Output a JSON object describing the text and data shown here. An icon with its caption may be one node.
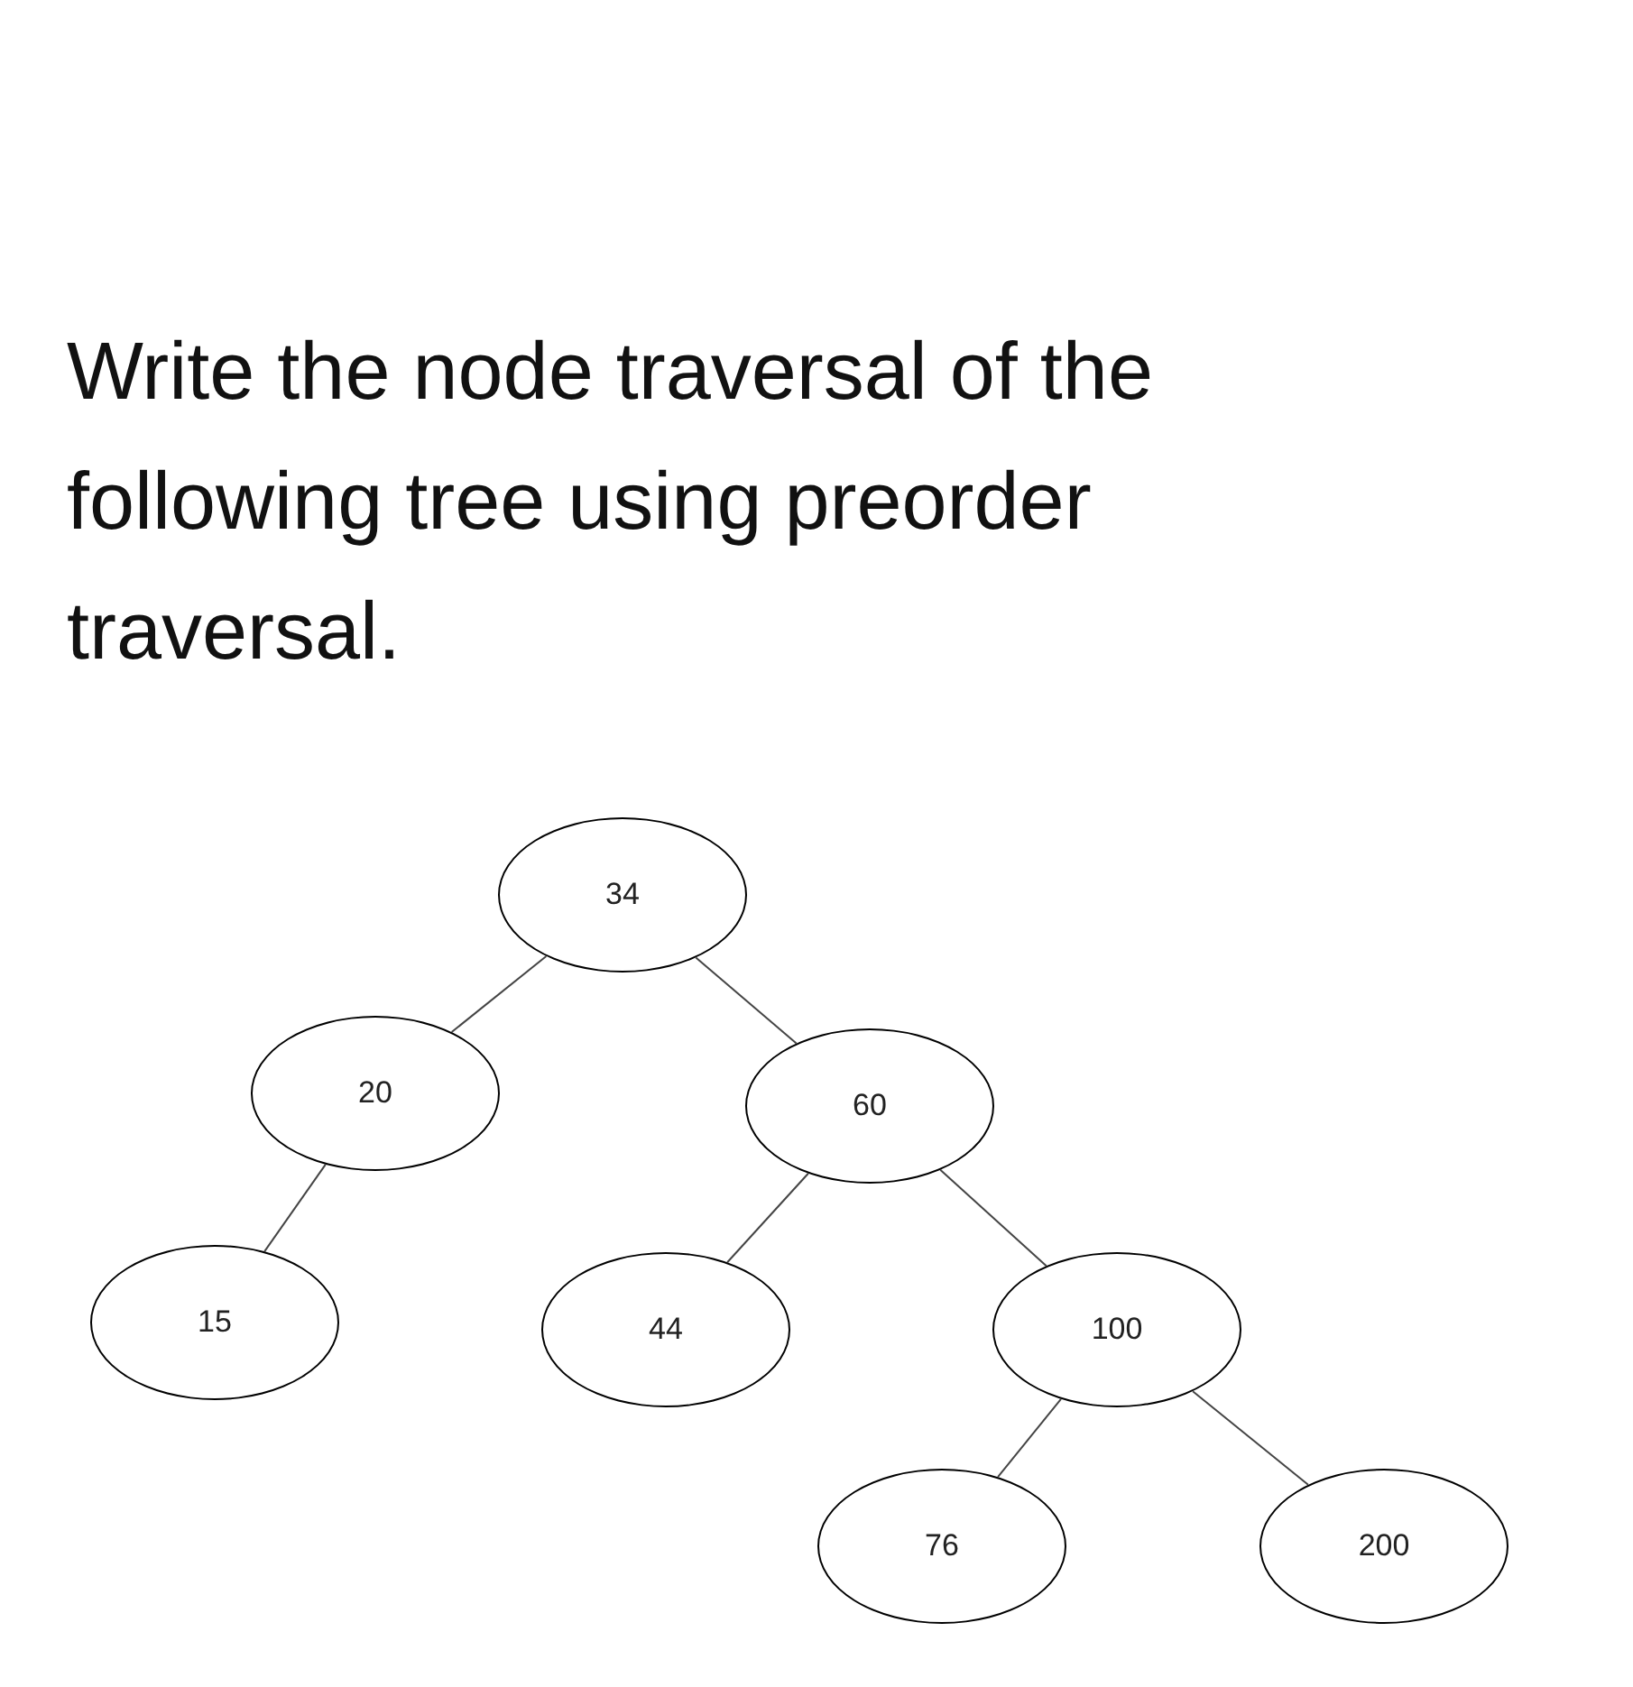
{
  "diagram": {
    "title": "Write the node traversal of the following tree using preorder traversal.",
    "nodes": [
      {
        "text": [
          "34"
        ]
      },
      {
        "text": [
          "20"
        ]
      },
      {
        "text": [
          "60"
        ]
      },
      {
        "text": [
          "15"
        ]
      },
      {
        "text": [
          "44"
        ]
      },
      {
        "text": [
          "100"
        ]
      },
      {
        "text": [
          "76"
        ]
      },
      {
        "text": [
          "200"
        ]
      }
    ],
    "edges": [
      {
        "from": 0,
        "to": 1,
        "arrow": "none"
      },
      {
        "from": 0,
        "to": 2,
        "arrow": "none"
      },
      {
        "from": 1,
        "to": 3,
        "arrow": "none"
      },
      {
        "from": 2,
        "to": 4,
        "arrow": "none"
      },
      {
        "from": 2,
        "to": 5,
        "arrow": "none"
      },
      {
        "from": 5,
        "to": 6,
        "arrow": "none"
      },
      {
        "from": 5,
        "to": 7,
        "arrow": "none"
      }
    ]
  }
}
